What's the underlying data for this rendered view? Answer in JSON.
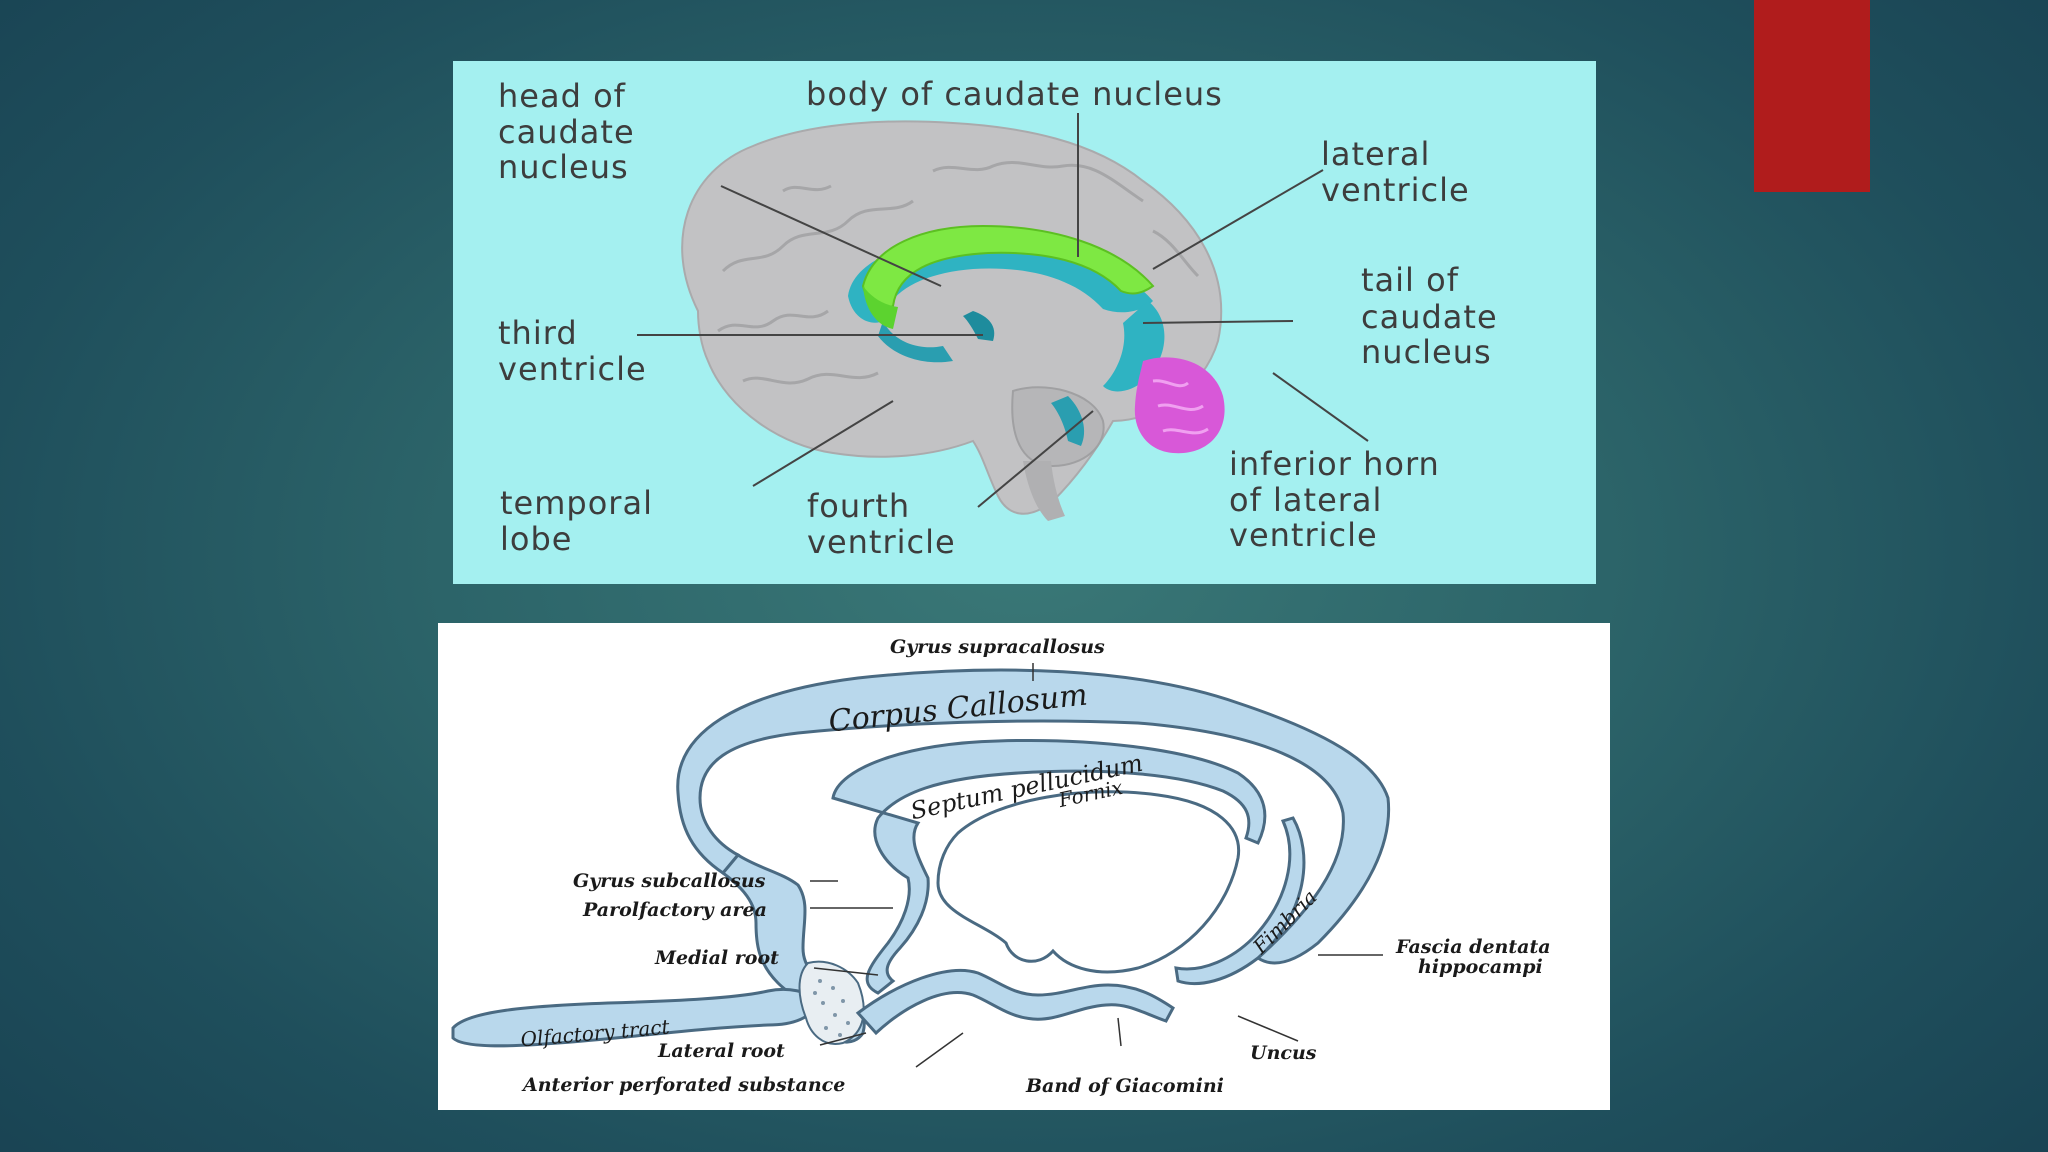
{
  "slide": {
    "accent_color": "#b01c1c"
  },
  "top_figure": {
    "labels": {
      "head_caudate": [
        "head of",
        "caudate",
        "nucleus"
      ],
      "body_caudate": "body of caudate nucleus",
      "lateral_ventricle": [
        "lateral",
        "ventricle"
      ],
      "tail_caudate": [
        "tail of",
        "caudate",
        "nucleus"
      ],
      "third_ventricle": [
        "third",
        "ventricle"
      ],
      "temporal_lobe": [
        "temporal",
        "lobe"
      ],
      "fourth_ventricle": [
        "fourth",
        "ventricle"
      ],
      "inferior_horn": [
        "inferior horn",
        "of lateral",
        "ventricle"
      ]
    }
  },
  "bottom_figure": {
    "labels": {
      "gyrus_supracallosus": "Gyrus supracallosus",
      "corpus_callosum": "Corpus Callosum",
      "septum_pellucidum": "Septum pellucidum",
      "fornix": "Fornix",
      "fimbria": "Fimbria",
      "gyrus_subcallosus": "Gyrus subcallosus",
      "parolfactory_area": "Parolfactory area",
      "medial_root": "Medial root",
      "olfactory_tract": "Olfactory tract",
      "lateral_root": "Lateral root",
      "anterior_perforated_substance": "Anterior perforated substance",
      "band_of_giacomini": "Band of Giacomini",
      "uncus": "Uncus",
      "fascia_dentata": [
        "Fascia dentata",
        "hippocampi"
      ]
    }
  }
}
